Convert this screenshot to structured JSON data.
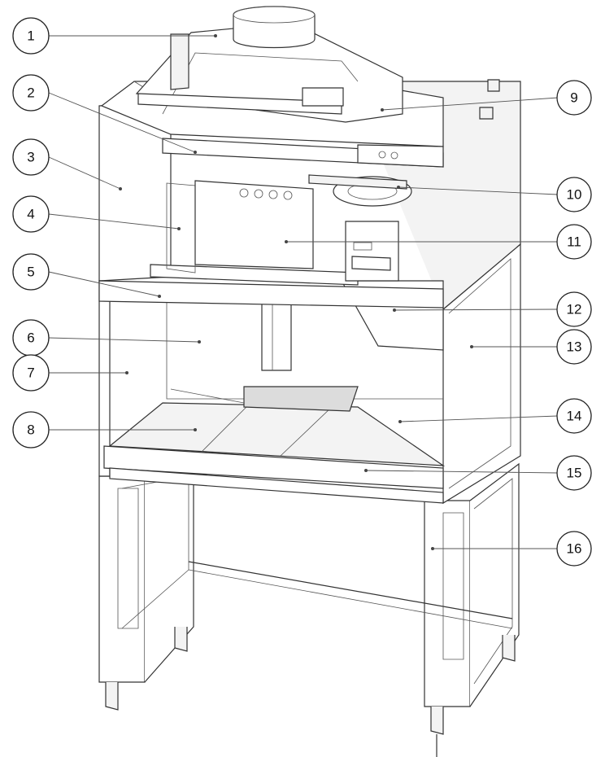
{
  "callouts": [
    {
      "label": "1"
    },
    {
      "label": "2"
    },
    {
      "label": "3"
    },
    {
      "label": "4"
    },
    {
      "label": "5"
    },
    {
      "label": "6"
    },
    {
      "label": "7"
    },
    {
      "label": "8"
    },
    {
      "label": "9"
    },
    {
      "label": "10"
    },
    {
      "label": "11"
    },
    {
      "label": "12"
    },
    {
      "label": "13"
    },
    {
      "label": "14"
    },
    {
      "label": "15"
    },
    {
      "label": "16"
    }
  ]
}
